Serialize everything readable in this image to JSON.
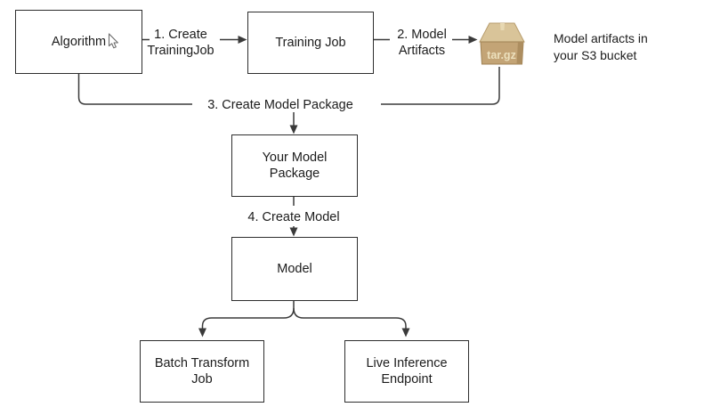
{
  "colors": {
    "background": "#ffffff",
    "line": "#3a3a3a",
    "box_border": "#2e2e2e",
    "text": "#1c1c1c",
    "package_lid": "#d9c499",
    "package_tape": "#e7d8b2",
    "package_front": "#c3a476",
    "package_side": "#ad8e60",
    "package_outline": "#9f8254",
    "package_text": "#ece0bd"
  },
  "nodes": {
    "algorithm": "Algorithm",
    "training_job": "Training Job",
    "your_model_package": "Your Model Package",
    "model": "Model",
    "batch_transform_job": "Batch Transform Job",
    "live_inference_endpoint": "Live Inference Endpoint"
  },
  "edge_labels": {
    "step1": "1. Create TrainingJob",
    "step2": "2. Model Artifacts",
    "step3": "3. Create Model Package",
    "step4": "4. Create Model"
  },
  "s3": {
    "package_label": "tar.gz",
    "note": "Model artifacts in your S3 bucket"
  }
}
